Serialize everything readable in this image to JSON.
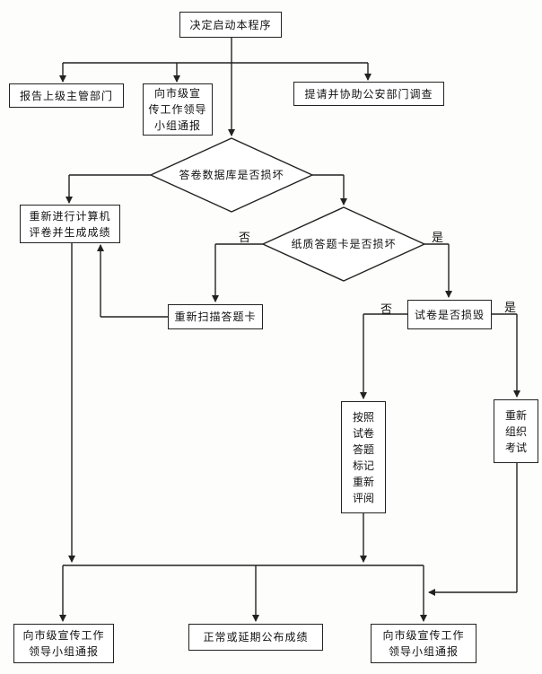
{
  "nodes": {
    "start": "决定启动本程序",
    "report_superior": "报告上级主管部门",
    "notify_city_top": "向市级宣\n传工作领导\n小组通报",
    "police": "提请并协助公安部门调查",
    "db_damaged": "答卷数据库是否损坏",
    "rescore": "重新进行计算机\n评卷并生成成绩",
    "card_damaged": "纸质答题卡是否损坏",
    "rescan": "重新扫描答题卡",
    "paper_damaged": "试卷是否损毁",
    "regrade_marks": "按照\n试卷\n答题\n标记\n重新\n评阅",
    "reexam": "重新\n组织\n考试",
    "notify_left": "向市级宣传工作\n领导小组通报",
    "publish": "正常或延期公布成绩",
    "notify_right": "向市级宣传工作\n领导小组通报"
  },
  "edge_labels": {
    "card_no": "否",
    "card_yes": "是",
    "paper_no": "否",
    "paper_yes": "是"
  }
}
